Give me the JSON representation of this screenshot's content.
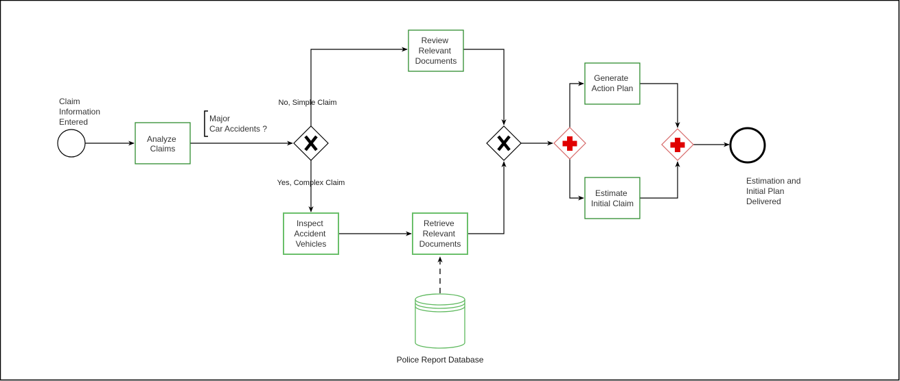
{
  "diagram": {
    "type": "BPMN process",
    "colors": {
      "task_border": "#2e8b2e",
      "task_border_light": "#6abf6a",
      "parallel_gateway": "#e00000",
      "parallel_gateway_border": "#d66666",
      "flow": "#000000",
      "database_border": "#5cb85c"
    },
    "events": {
      "start": {
        "label_lines": [
          "Claim",
          "Information",
          "Entered"
        ]
      },
      "end": {
        "label_lines": [
          "Estimation and",
          "Initial Plan",
          "Delivered"
        ]
      }
    },
    "tasks": {
      "analyze": {
        "lines": [
          "Analyze",
          "Claims"
        ]
      },
      "review": {
        "lines": [
          "Review",
          "Relevant",
          "Documents"
        ]
      },
      "inspect": {
        "lines": [
          "Inspect",
          "Accident",
          "Vehicles"
        ]
      },
      "retrieve": {
        "lines": [
          "Retrieve",
          "Relevant",
          "Documents"
        ]
      },
      "generate": {
        "lines": [
          "Generate",
          "Action Plan"
        ]
      },
      "estimate": {
        "lines": [
          "Estimate",
          "Initial Claim"
        ]
      }
    },
    "gateways": {
      "decision": {
        "kind": "exclusive",
        "symbol": "X"
      },
      "merge": {
        "kind": "exclusive",
        "symbol": "X"
      },
      "fork": {
        "kind": "parallel",
        "symbol": "+"
      },
      "join": {
        "kind": "parallel",
        "symbol": "+"
      }
    },
    "annotation": {
      "lines": [
        "Major",
        "Car Accidents ?"
      ]
    },
    "flow_labels": {
      "simple": "No, Simple Claim",
      "complex": "Yes, Complex Claim"
    },
    "data_store": {
      "label": "Police Report Database"
    }
  }
}
